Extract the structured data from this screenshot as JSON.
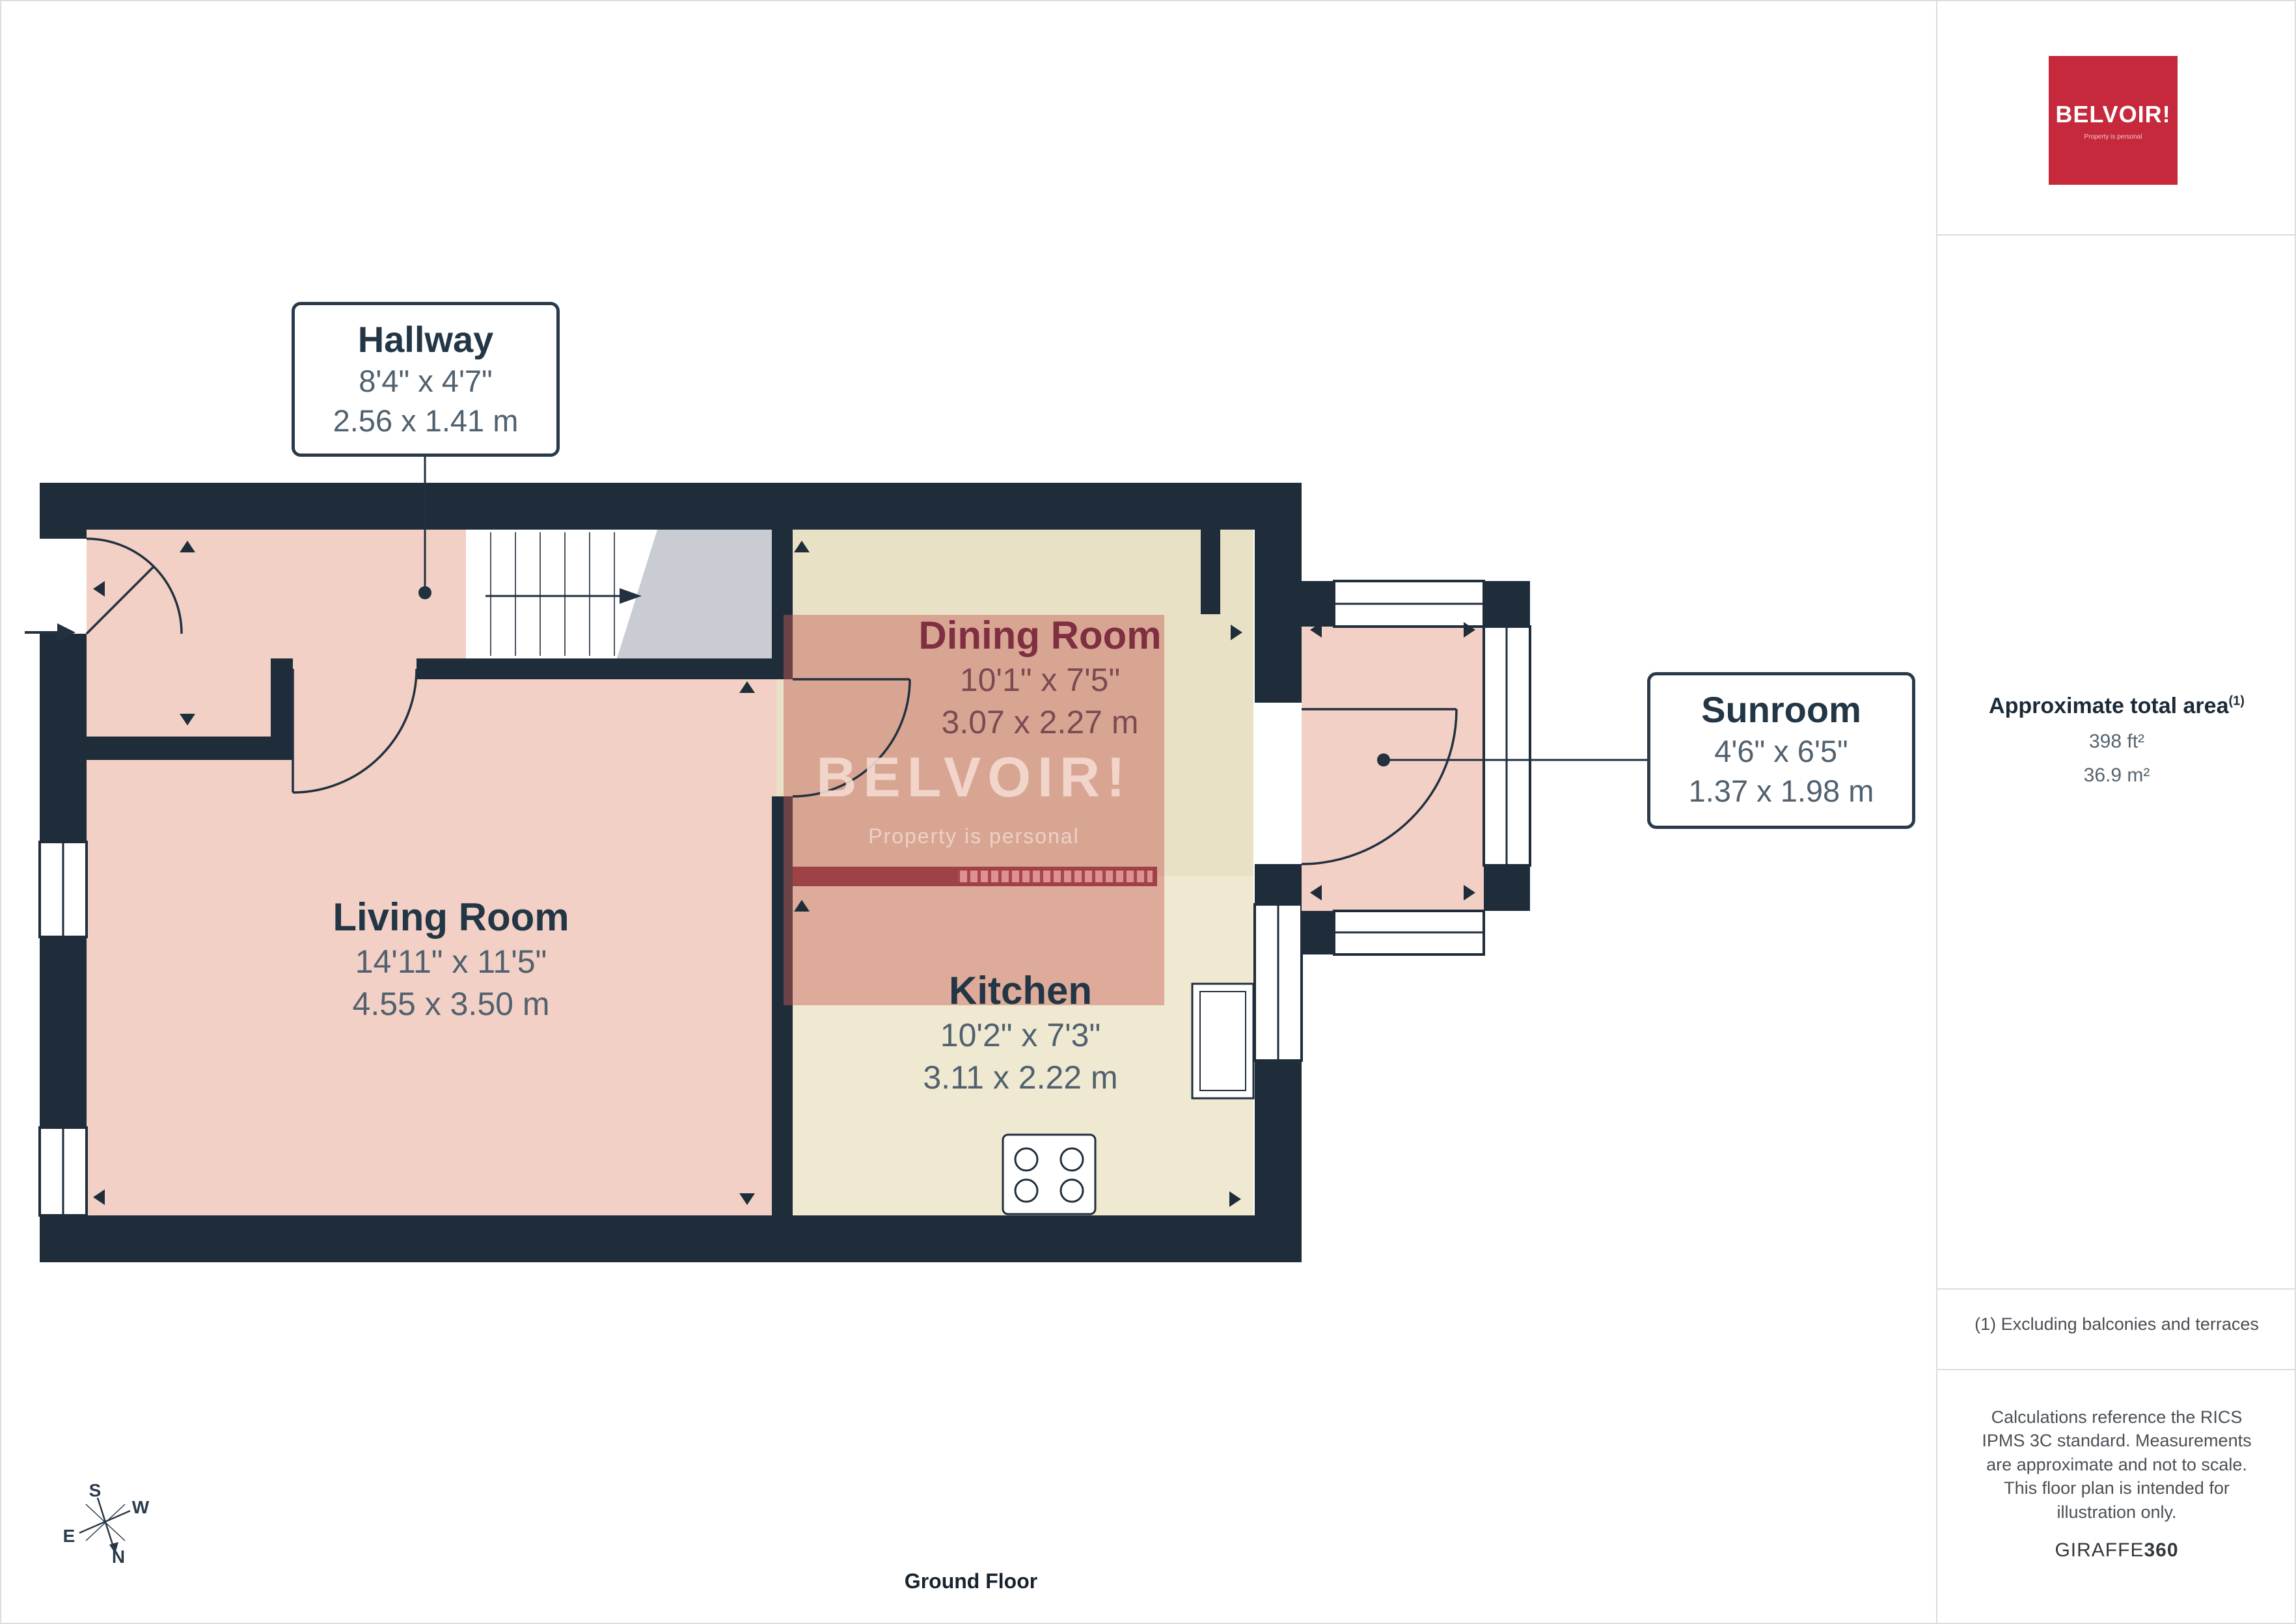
{
  "logo": {
    "text": "BELVOIR!",
    "tagline": "Property is personal",
    "brand_red": "#c5293b"
  },
  "watermark": {
    "text": "BELVOIR!",
    "tagline": "Property is personal"
  },
  "rooms": {
    "hallway": {
      "name": "Hallway",
      "imperial": "8'4\" x 4'7\"",
      "metric": "2.56 x 1.41 m"
    },
    "living": {
      "name": "Living Room",
      "imperial": "14'11\" x 11'5\"",
      "metric": "4.55 x 3.50 m"
    },
    "dining": {
      "name": "Dining Room",
      "imperial": "10'1\" x 7'5\"",
      "metric": "3.07 x 2.27 m"
    },
    "kitchen": {
      "name": "Kitchen",
      "imperial": "10'2\" x 7'3\"",
      "metric": "3.11 x 2.22 m"
    },
    "sunroom": {
      "name": "Sunroom",
      "imperial": "4'6\" x 6'5\"",
      "metric": "1.37 x 1.98 m"
    }
  },
  "sidebar": {
    "area_title": "Approximate total area",
    "area_superscript": "(1)",
    "area_ft": "398 ft²",
    "area_m": "36.9 m²",
    "note": "(1) Excluding balconies and terraces",
    "disclaimer": "Calculations reference the RICS IPMS 3C standard. Measurements are approximate and not to scale. This floor plan is intended for illustration only.",
    "brand": "GIRAFFE",
    "brand_suffix": "360"
  },
  "floor_label": "Ground Floor",
  "compass": {
    "n": "N",
    "s": "S",
    "e": "E",
    "w": "W"
  }
}
